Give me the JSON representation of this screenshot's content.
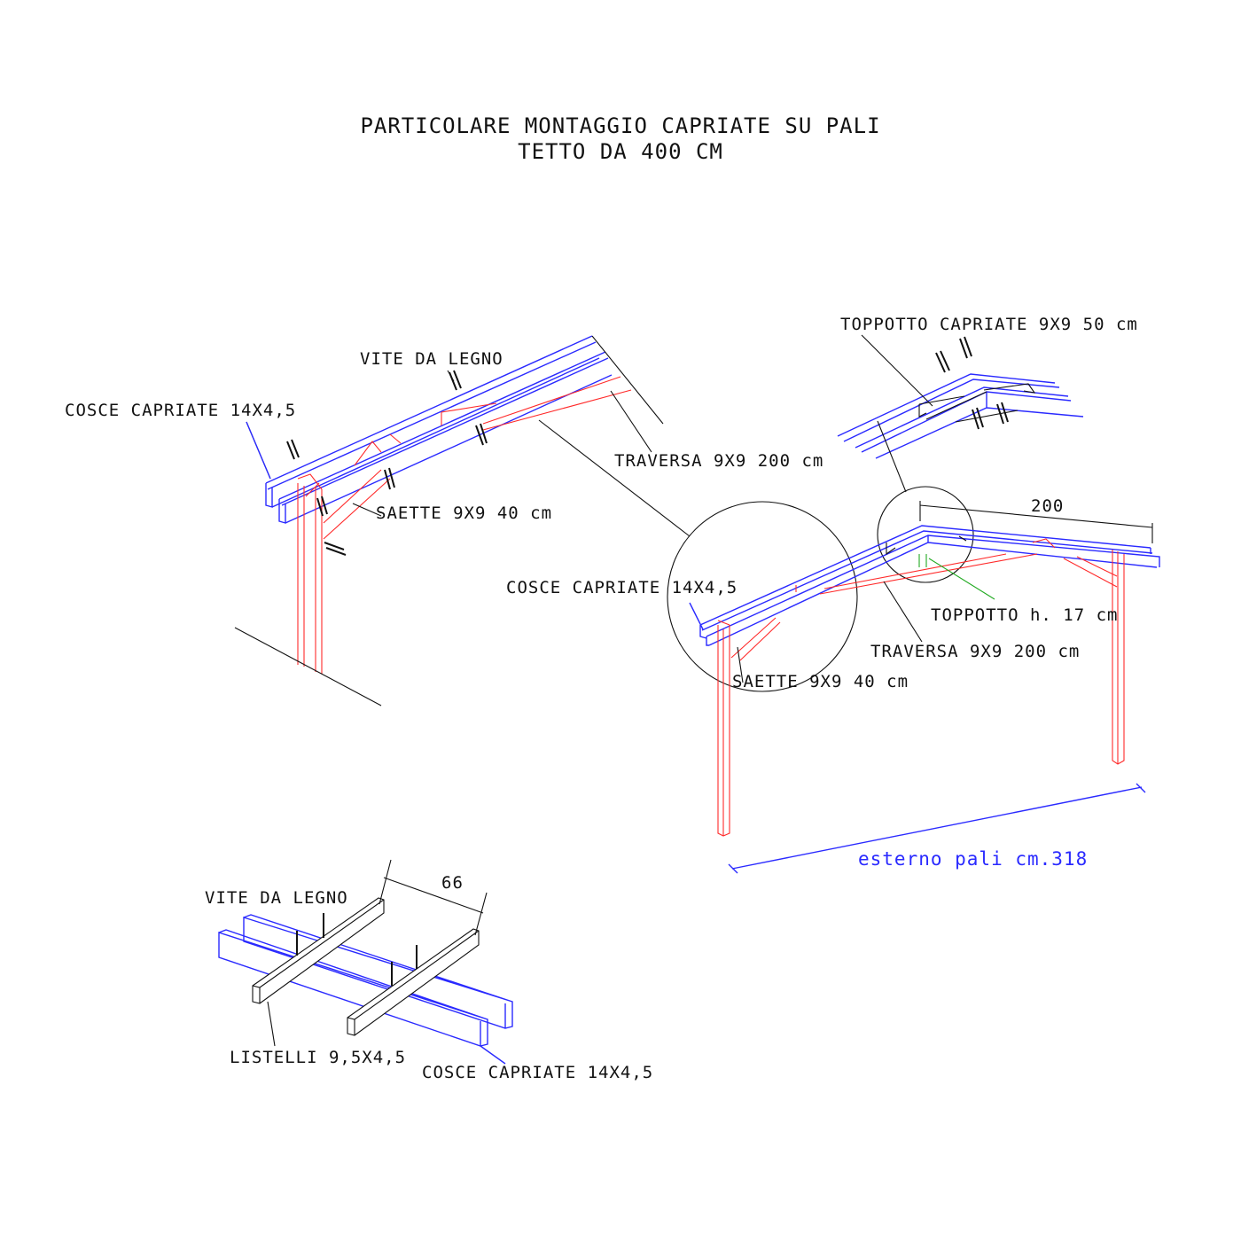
{
  "title": {
    "line1": "PARTICOLARE MONTAGGIO CAPRIATE SU PALI",
    "line2": "TETTO DA 400 CM"
  },
  "left_detail": {
    "vite": "VITE DA LEGNO",
    "cosce": "COSCE CAPRIATE 14X4,5",
    "traversa": "TRAVERSA 9X9 200 cm",
    "saette": "SAETTE 9X9 40 cm"
  },
  "top_right_detail": {
    "toppotto": "TOPPOTTO CAPRIATE 9X9 50 cm"
  },
  "main_view": {
    "dim_top": "200",
    "cosce": "COSCE CAPRIATE 14X4,5",
    "toppotto": "TOPPOTTO h. 17 cm",
    "traversa": "TRAVERSA 9X9 200 cm",
    "saette": "SAETTE 9X9 40 cm",
    "dim_bottom": "esterno pali cm.318"
  },
  "bottom_detail": {
    "dim": "66",
    "vite": "VITE DA LEGNO",
    "listelli": "LISTELLI 9,5X4,5",
    "cosce": "COSCE CAPRIATE 14X4,5"
  },
  "colors": {
    "beam": "#2a2aff",
    "frame": "#ff2a2a",
    "toppotto": "#22aa22"
  }
}
